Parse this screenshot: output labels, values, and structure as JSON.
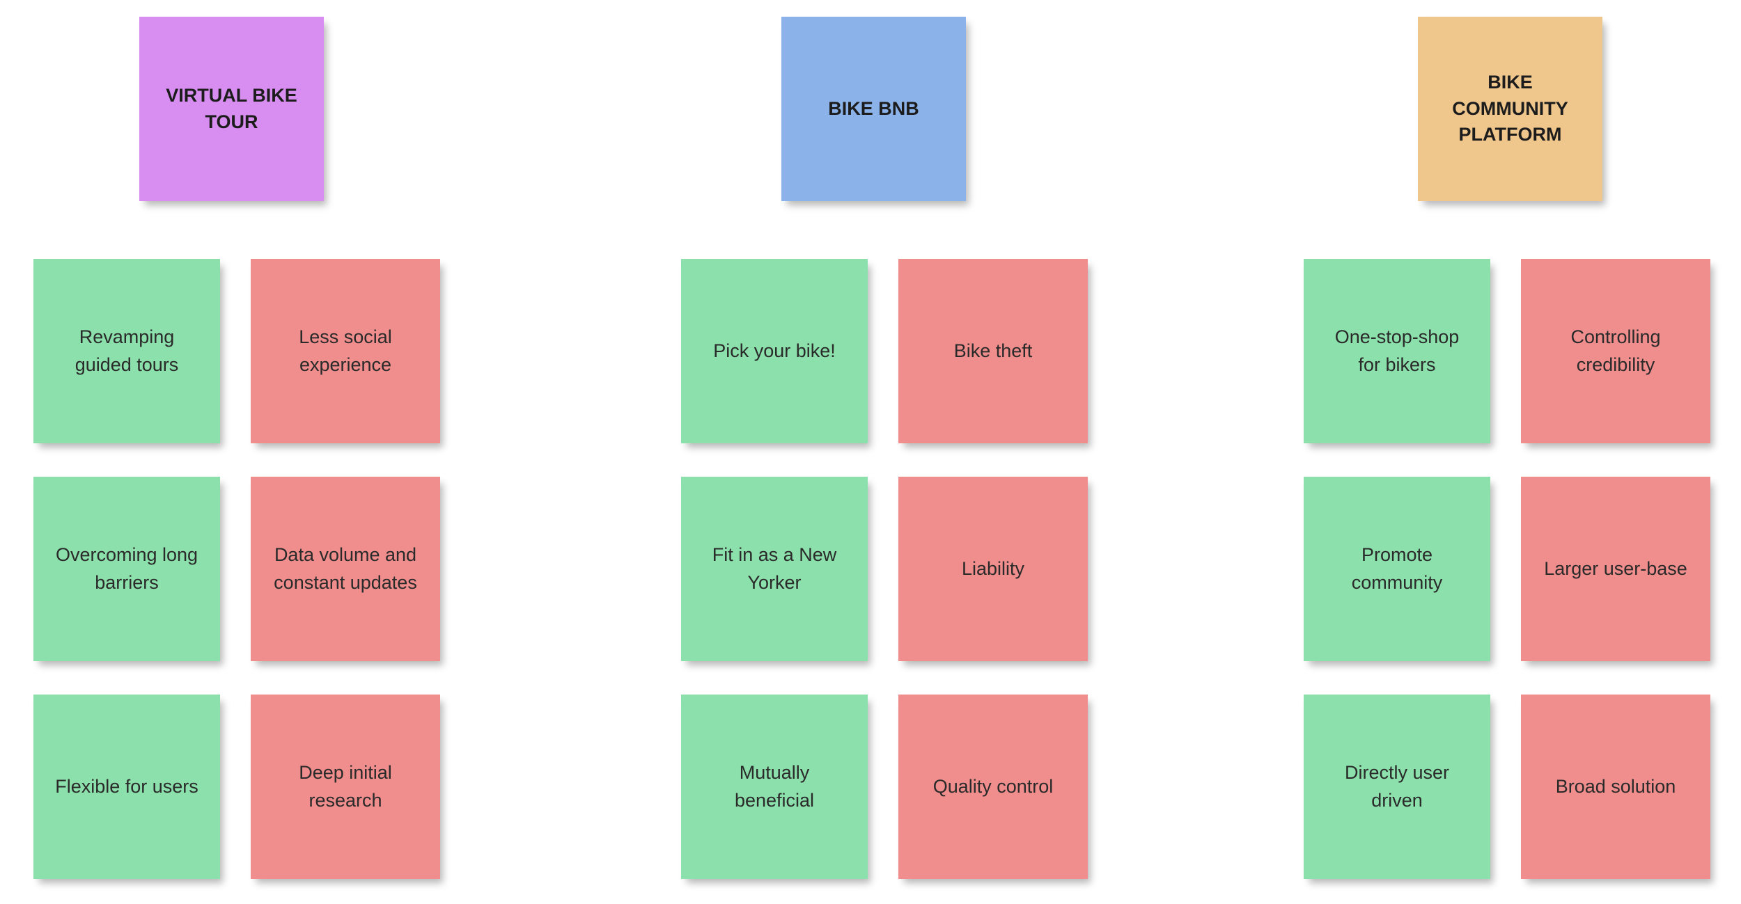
{
  "board": {
    "background_color": "#ffffff",
    "note_colors": {
      "pro": "#8be0ab",
      "con": "#f08d8d"
    },
    "columns": [
      {
        "title": "VIRTUAL BIKE TOUR",
        "header_color": "#d88df0",
        "pros": [
          "Revamping guided tours",
          "Overcoming long barriers",
          "Flexible for users"
        ],
        "cons": [
          "Less social experience",
          "Data volume and constant updates",
          "Deep initial research"
        ]
      },
      {
        "title": "BIKE BNB",
        "header_color": "#8bb2e9",
        "pros": [
          "Pick your bike!",
          "Fit in as a New Yorker",
          "Mutually beneficial"
        ],
        "cons": [
          "Bike theft",
          "Liability",
          "Quality control"
        ]
      },
      {
        "title": "BIKE COMMUNITY PLATFORM",
        "header_color": "#efc78d",
        "pros": [
          "One-stop-shop for bikers",
          "Promote community",
          "Directly user driven"
        ],
        "cons": [
          "Controlling credibility",
          "Larger user-base",
          "Broad solution"
        ]
      }
    ]
  }
}
